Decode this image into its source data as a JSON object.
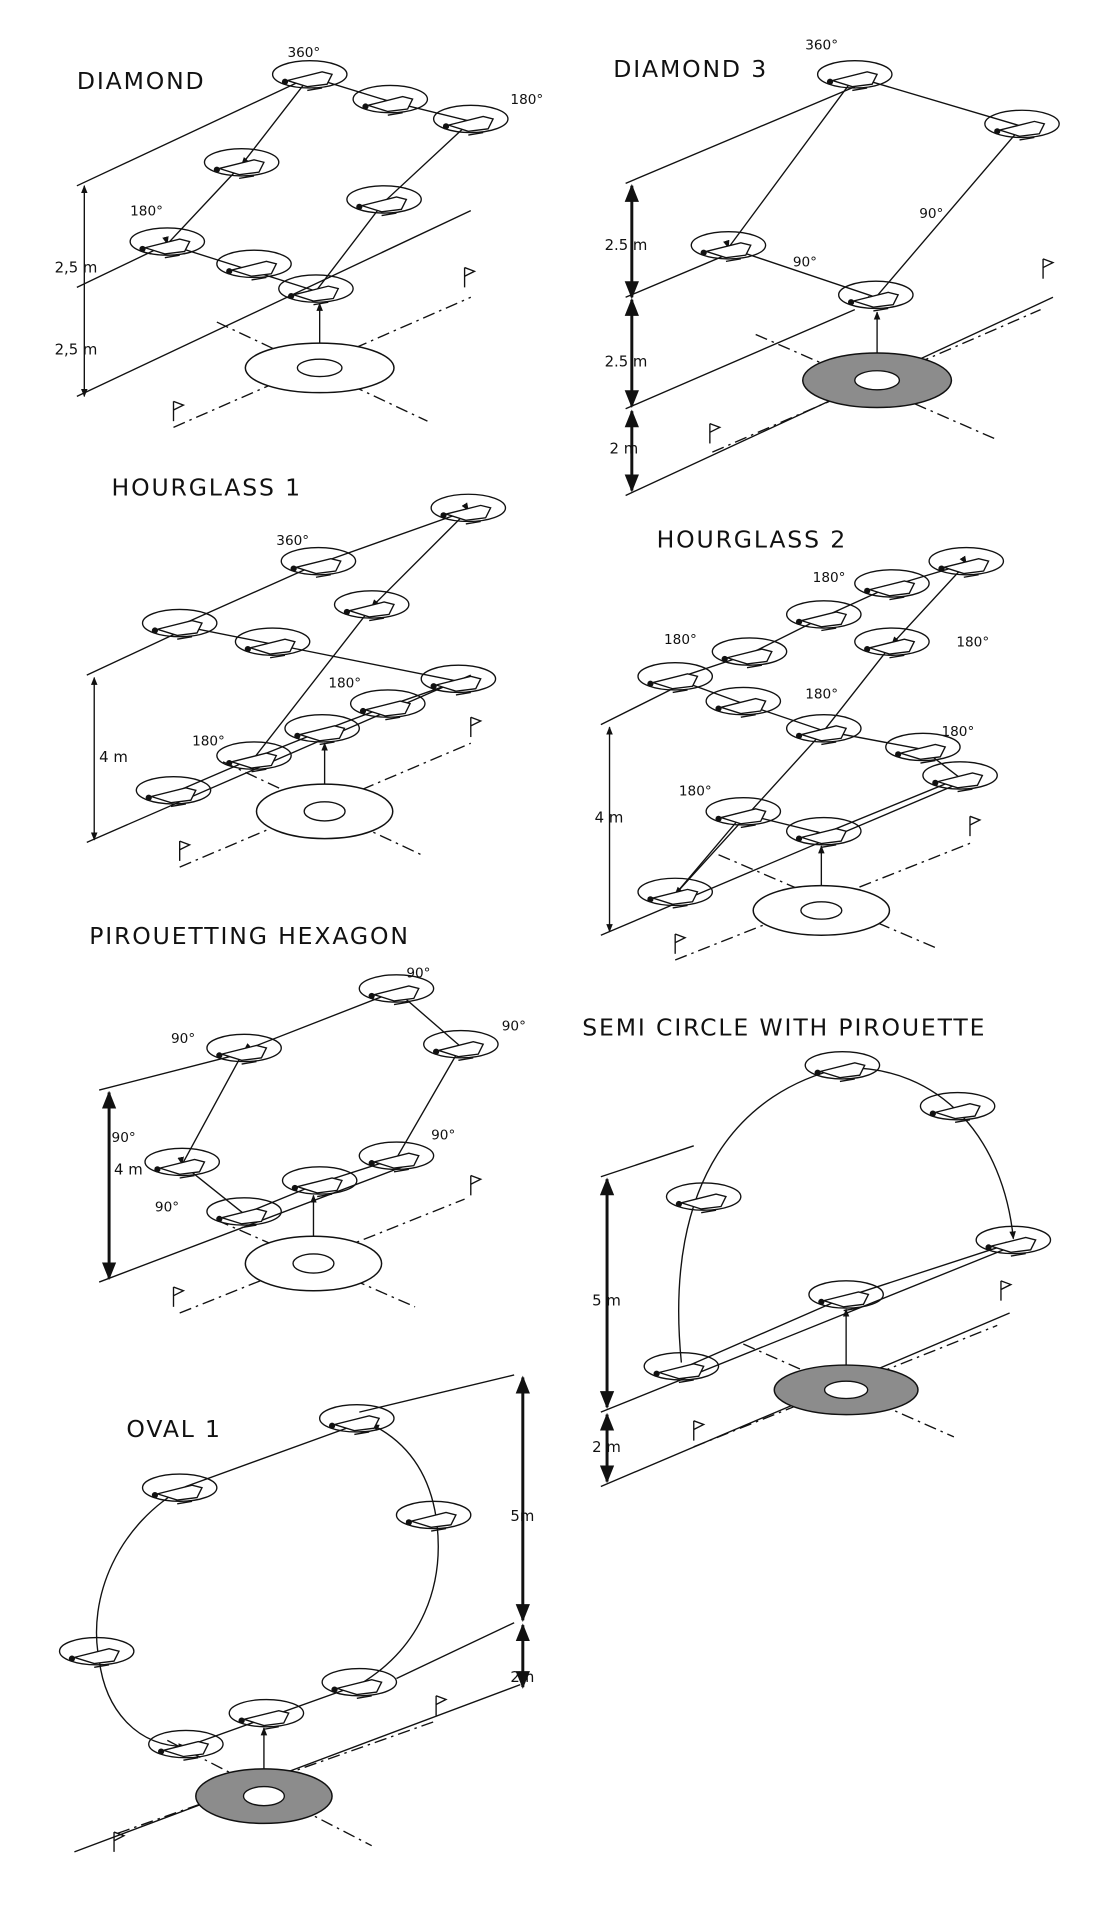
{
  "diagrams": [
    {
      "title": "DIAMOND",
      "labels": [
        "360°",
        "180°",
        "180°"
      ],
      "dims": [
        "2,5 m",
        "2,5 m"
      ]
    },
    {
      "title": "DIAMOND 3",
      "labels": [
        "360°",
        "90°",
        "90°"
      ],
      "dims": [
        "2.5 m",
        "2.5 m",
        "2 m"
      ]
    },
    {
      "title": "HOURGLASS 1",
      "labels": [
        "360°",
        "180°",
        "180°"
      ],
      "dims": [
        "4 m"
      ]
    },
    {
      "title": "HOURGLASS 2",
      "labels": [
        "180°",
        "180°",
        "180°",
        "180°",
        "180°",
        "180°"
      ],
      "dims": [
        "4 m"
      ]
    },
    {
      "title": "PIROUETTING HEXAGON",
      "labels": [
        "90°",
        "90°",
        "90°",
        "90°",
        "90°",
        "90°"
      ],
      "dims": [
        "4 m"
      ]
    },
    {
      "title": "SEMI CIRCLE WITH PIROUETTE",
      "labels": [],
      "dims": [
        "5 m",
        "2 m"
      ]
    },
    {
      "title": "OVAL 1",
      "labels": [],
      "dims": [
        "5m",
        "2m"
      ]
    }
  ],
  "colors": {
    "pad_fill": "#8c8c8c",
    "ink": "#111111"
  }
}
